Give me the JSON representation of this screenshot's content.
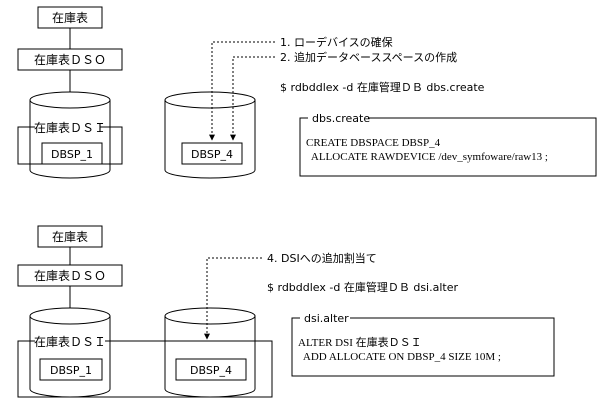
{
  "top": {
    "table_label": "在庫表",
    "dso_label": "在庫表ＤＳＯ",
    "dsi_label": "在庫表ＤＳＩ",
    "dbsp1_label": "DBSP_1",
    "dbsp4_label": "DBSP_4",
    "step1": "1. ローデバイスの確保",
    "step2": "2. 追加データベーススペースの作成",
    "command": "$ rdbddlex  -d  在庫管理ＤＢ  dbs.create",
    "file": {
      "title": "dbs.create",
      "line1": "CREATE DBSPACE DBSP_4",
      "line2": "  ALLOCATE RAWDEVICE /dev_symfoware/raw13 ;"
    }
  },
  "bottom": {
    "table_label": "在庫表",
    "dso_label": "在庫表ＤＳＯ",
    "dsi_label": "在庫表ＤＳＩ",
    "dbsp1_label": "DBSP_1",
    "dbsp4_label": "DBSP_4",
    "step4": "4. DSIへの追加割当て",
    "command": "$ rdbddlex  -d  在庫管理ＤＢ  dsi.alter",
    "file": {
      "title": "dsi.alter",
      "line1": "ALTER DSI 在庫表ＤＳＩ",
      "line2": "  ADD ALLOCATE ON DBSP_4 SIZE 10M ;"
    }
  }
}
